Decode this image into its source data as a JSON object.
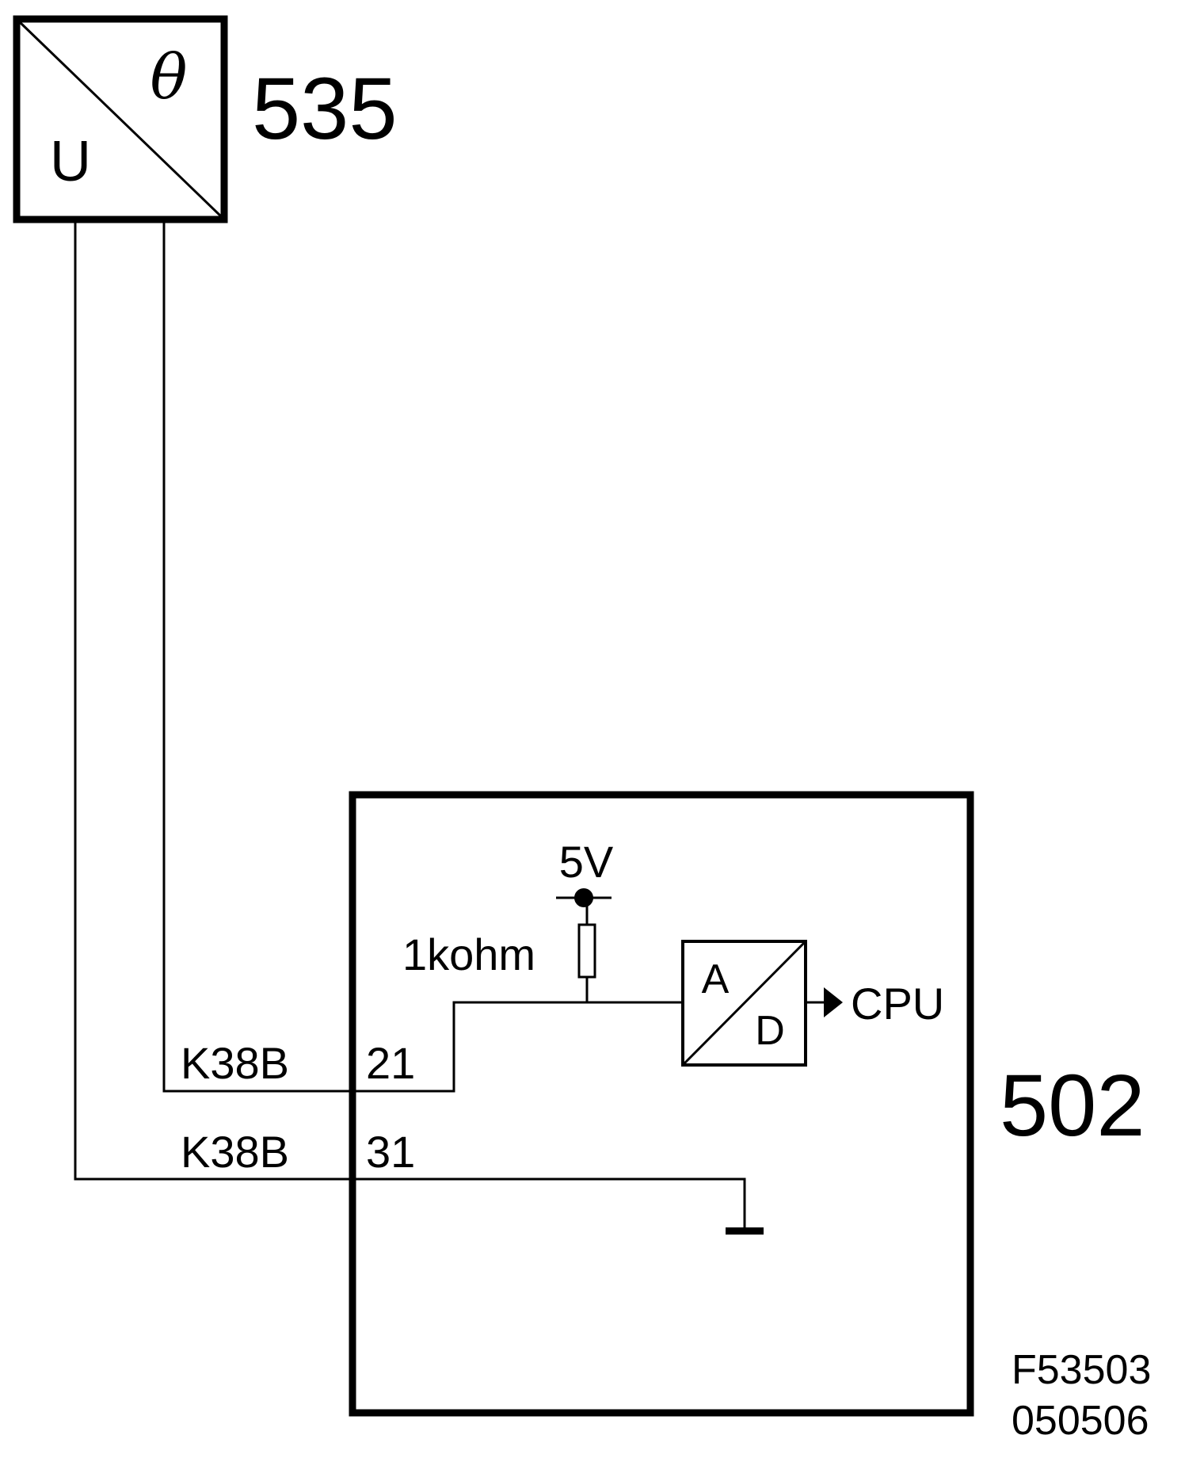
{
  "sensor": {
    "ref": "535",
    "output_label": "U",
    "quantity_symbol": "θ"
  },
  "control_unit": {
    "ref": "502"
  },
  "connections": [
    {
      "connector": "K38B",
      "pin": "21"
    },
    {
      "connector": "K38B",
      "pin": "31"
    }
  ],
  "supply": {
    "voltage": "5V",
    "resistor": "1kohm"
  },
  "converter": {
    "input_label": "A",
    "output_label": "D",
    "destination": "CPU"
  },
  "footer": {
    "figure_id": "F53503",
    "date_code": "050506"
  },
  "colors": {
    "line": "#000000",
    "background": "#ffffff"
  }
}
